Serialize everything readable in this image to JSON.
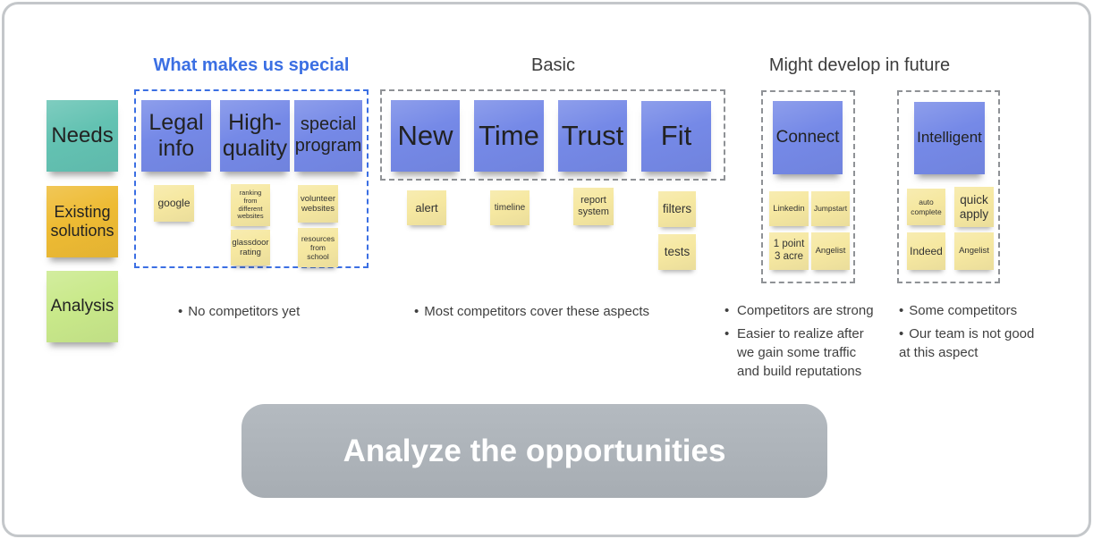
{
  "colors": {
    "card_border": "#c4c7ca",
    "accent_blue": "#3b6fe3",
    "dash_gray": "#8f9296",
    "text_dark": "#3c3c3c",
    "text_muted": "#3f3f3f",
    "note_blue": "#7589e7",
    "note_teal": "#63c2b2",
    "note_orange": "#eebb33",
    "note_green": "#c9e98a",
    "note_yellow": "#f6e8a1",
    "button_gray": "#a7adb3",
    "button_gray_light": "#b4bac0"
  },
  "bullet_char": "•",
  "headers": {
    "special": "What makes us special",
    "basic": "Basic",
    "future": "Might develop in future"
  },
  "row_labels": {
    "needs": "Needs",
    "existing": "Existing solutions",
    "analysis": "Analysis"
  },
  "notes": {
    "legal": "Legal info",
    "high_quality": "High-quality",
    "special_program": "special program",
    "new": "New",
    "time": "Time",
    "trust": "Trust",
    "fit": "Fit",
    "connect": "Connect",
    "intelligent": "Intelligent",
    "google": "google",
    "ranking": "ranking from different websites",
    "volunteer": "volunteer websites",
    "glassdoor": "glassdoor rating",
    "resources": "resources from school",
    "alert": "alert",
    "timeline": "timeline",
    "report": "report system",
    "filters": "filters",
    "tests": "tests",
    "linkedin": "Linkedin",
    "jumpstart": "Jumpstart",
    "point_acre": "1 point 3 acre",
    "angelist_connect": "Angelist",
    "auto_complete": "auto complete",
    "quick_apply": "quick apply",
    "indeed": "Indeed",
    "angelist_intelligent": "Angelist"
  },
  "analysis": {
    "special": [
      "No competitors yet"
    ],
    "basic": [
      "Most competitors cover these aspects"
    ],
    "connect": [
      "Competitors are strong",
      "Easier to realize after we gain some traffic and build reputations"
    ],
    "intelligent": [
      "Some competitors",
      "Our team is not good at this aspect"
    ]
  },
  "action_button": {
    "label": "Analyze the opportunities"
  }
}
